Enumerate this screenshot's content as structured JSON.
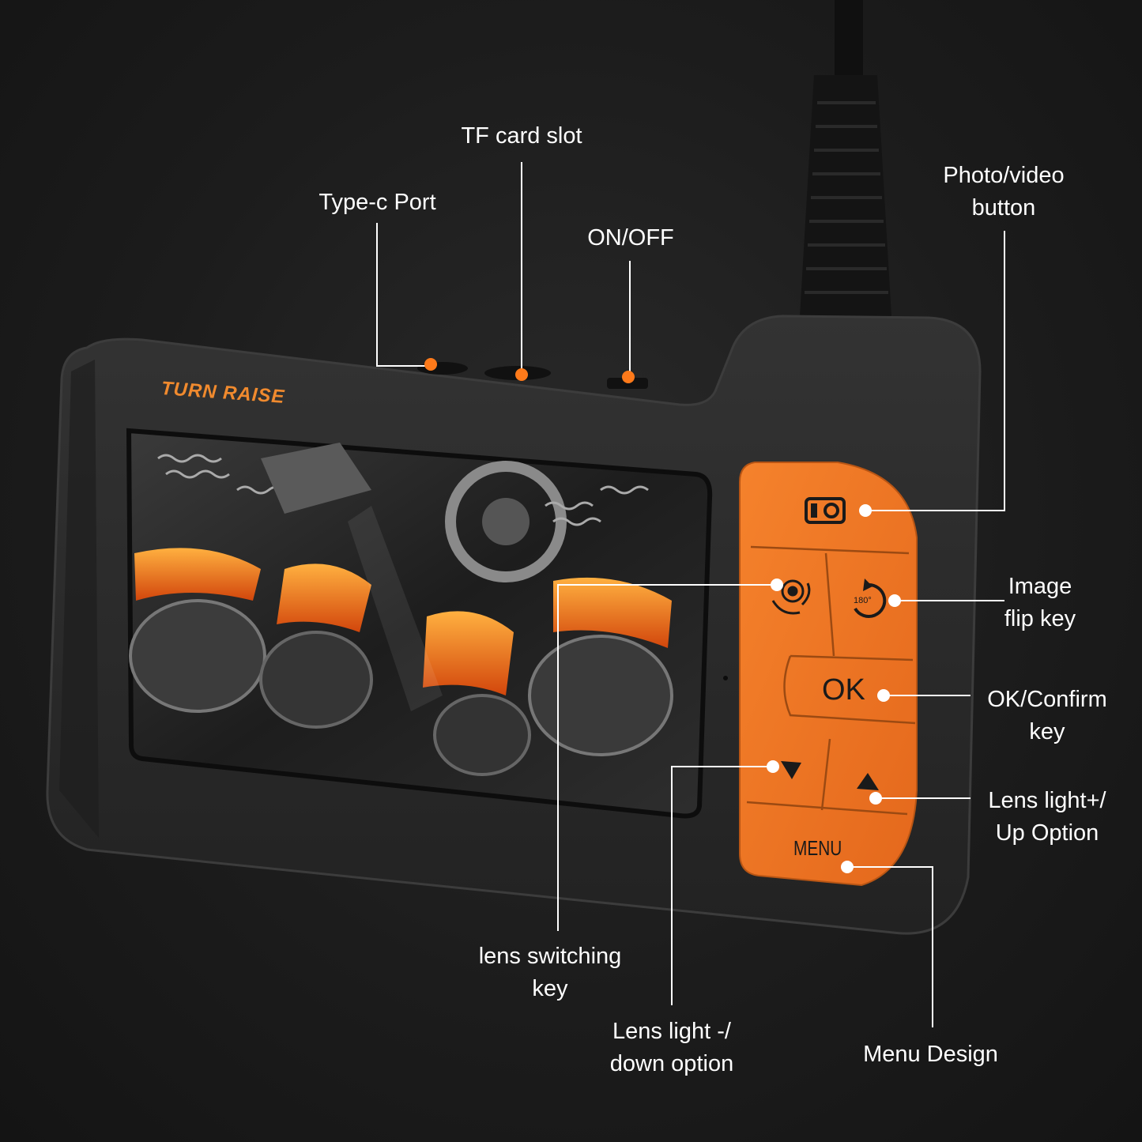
{
  "brand": "TURN RAISE",
  "keys": {
    "ok": "OK",
    "menu": "MENU",
    "flip_badge": "180°"
  },
  "callouts": {
    "type_c_port": "Type-c Port",
    "tf_card_slot": "TF card slot",
    "on_off": "ON/OFF",
    "photo_video": [
      "Photo/video",
      "button"
    ],
    "image_flip": [
      "Image",
      "flip key"
    ],
    "ok_confirm": [
      "OK/Confirm",
      "key"
    ],
    "lens_light_up": [
      "Lens light+/",
      "Up Option"
    ],
    "lens_switching": [
      "lens switching",
      "key"
    ],
    "lens_light_down": [
      "Lens light -/",
      "down option"
    ],
    "menu_design": "Menu Design"
  },
  "colors": {
    "background": "#1c1c1c",
    "body": "#2b2b2b",
    "keypad": "#f07b2a",
    "brand": "#f08a2e",
    "callout_dot": "#ff7a1a",
    "callout_line": "#ffffff"
  },
  "icons": [
    "camera-icon",
    "lens-switch-icon",
    "rotate-180-icon",
    "down-arrow-icon",
    "up-arrow-icon"
  ]
}
